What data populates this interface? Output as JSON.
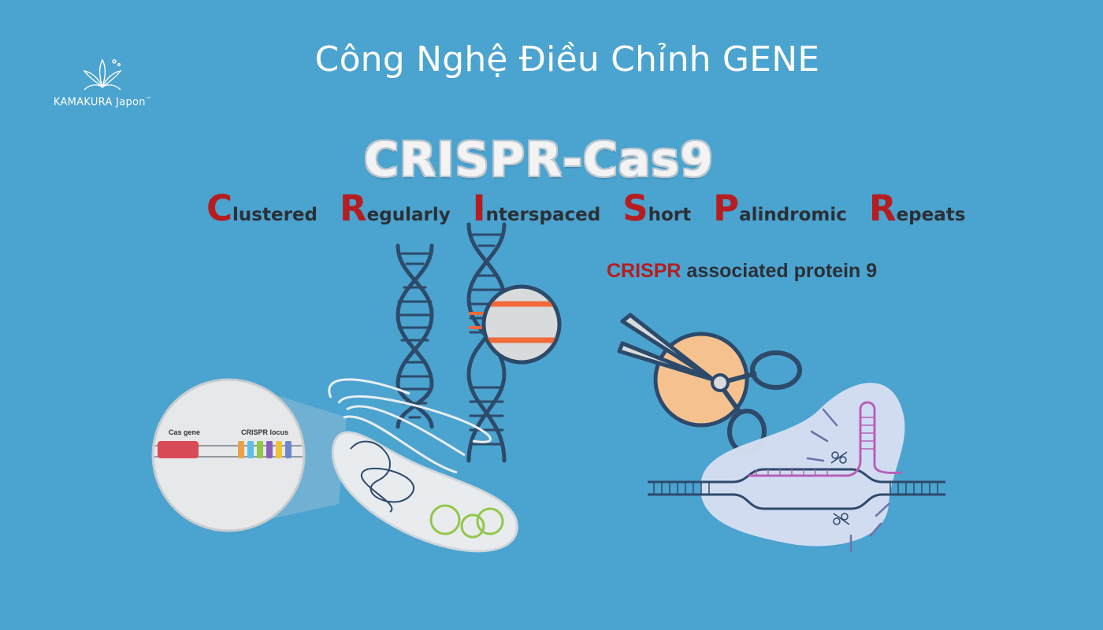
{
  "brand": {
    "name": "KAMAKURA Japon",
    "trademark": "™"
  },
  "title": "Công Nghệ Điều Chỉnh GENE",
  "diagram": {
    "heading": "CRISPR-Cas9",
    "acronym": [
      {
        "initial": "C",
        "rest": "lustered"
      },
      {
        "initial": "R",
        "rest": "egularly"
      },
      {
        "initial": "I",
        "rest": "nterspaced"
      },
      {
        "initial": "S",
        "rest": "hort"
      },
      {
        "initial": "P",
        "rest": "alindromic"
      },
      {
        "initial": "R",
        "rest": "epeats"
      }
    ],
    "associated": {
      "highlight": "CRISPR",
      "rest": " associated protein 9"
    },
    "locus_labels": {
      "cas_gene": "Cas gene",
      "crispr_locus": "CRISPR locus"
    },
    "colors": {
      "background": "#4ba3cf",
      "accent_red": "#b51d21",
      "dna": "#2d4a6b",
      "spacer": "#f06a3a",
      "cas_gene": "#d84a55",
      "protein": "#f5c28f"
    }
  }
}
